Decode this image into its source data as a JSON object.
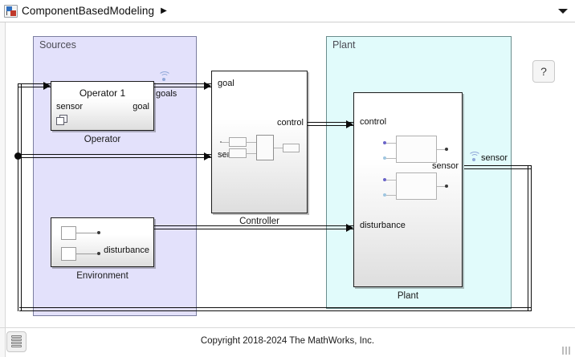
{
  "window": {
    "breadcrumb": "ComponentBasedModeling",
    "breadcrumb_arrow": "▶",
    "model_icon": "simulink-model-icon",
    "expand_caret": "chevron-down-icon"
  },
  "canvas": {
    "areas": [
      {
        "name": "sources",
        "label": "Sources",
        "color": "#E3E1FB"
      },
      {
        "name": "plant",
        "label": "Plant",
        "color": "#E1FBFB"
      }
    ],
    "blocks": [
      {
        "name": "operator",
        "title": "Operator 1",
        "caption": "Operator",
        "inputs": [
          "sensor"
        ],
        "outputs": [
          "goal"
        ],
        "badge": "subsystem-reference-icon"
      },
      {
        "name": "environment",
        "title": "",
        "caption": "Environment",
        "inputs": [],
        "outputs": [
          "disturbance"
        ],
        "badge": ""
      },
      {
        "name": "controller",
        "title": "",
        "caption": "Controller",
        "inputs": [
          "goal",
          "sensor"
        ],
        "outputs": [
          "control"
        ],
        "badge": ""
      },
      {
        "name": "plant",
        "title": "",
        "caption": "Plant",
        "inputs": [
          "control",
          "disturbance"
        ],
        "outputs": [
          "sensor"
        ],
        "badge": ""
      }
    ],
    "signal_labels": [
      {
        "name": "goals",
        "text": "goals",
        "icon": "wireless-broadcast-icon"
      },
      {
        "name": "sensor",
        "text": "sensor",
        "icon": "wireless-broadcast-icon"
      }
    ],
    "help_button": "?"
  },
  "footer": {
    "layers_icon": "layers-stack-icon",
    "copyright": "Copyright 2018-2024 The MathWorks, Inc.",
    "resize_grip": "resize-grip-icon"
  }
}
